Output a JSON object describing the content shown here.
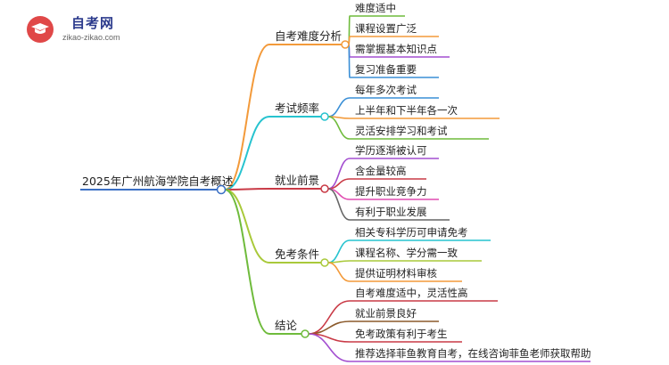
{
  "logo": {
    "name": "自考网",
    "url": "zikao-zikao.com",
    "icon": "graduation-cap-icon"
  },
  "mindmap": {
    "root": "2025年广州航海学院自考概述",
    "branches": [
      {
        "label": "自考难度分析",
        "color": "#f39a3a",
        "leaves": [
          "难度适中",
          "课程设置广泛",
          "需掌握基本知识点",
          "复习准备重要"
        ],
        "leaf_colors": [
          "#6fbb3c",
          "#f39a3a",
          "#a34ed0",
          "#3a8fd6"
        ]
      },
      {
        "label": "考试频率",
        "color": "#27c3cf",
        "leaves": [
          "每年多次考试",
          "上半年和下半年各一次",
          "灵活安排学习和考试"
        ],
        "leaf_colors": [
          "#3a8fd6",
          "#f39a3a",
          "#6fbb3c"
        ]
      },
      {
        "label": "就业前景",
        "color": "#c93a46",
        "leaves": [
          "学历逐渐被认可",
          "含金量较高",
          "提升职业竞争力",
          "有利于职业发展"
        ],
        "leaf_colors": [
          "#a34ed0",
          "#c93a46",
          "#e04bb0",
          "#666666"
        ]
      },
      {
        "label": "免考条件",
        "color": "#a9c93a",
        "leaves": [
          "相关专科学历可申请免考",
          "课程名称、学分需一致",
          "提供证明材料审核"
        ],
        "leaf_colors": [
          "#27c3cf",
          "#a9c93a",
          "#f39a3a"
        ]
      },
      {
        "label": "结论",
        "color": "#6fbb3c",
        "leaves": [
          "自考难度适中，灵活性高",
          "就业前景良好",
          "免考政策有利于考生",
          "推荐选择菲鱼教育自考，在线咨询菲鱼老师获取帮助"
        ],
        "leaf_colors": [
          "#c93a46",
          "#8b5a2b",
          "#c93a46",
          "#a34ed0"
        ]
      }
    ]
  }
}
